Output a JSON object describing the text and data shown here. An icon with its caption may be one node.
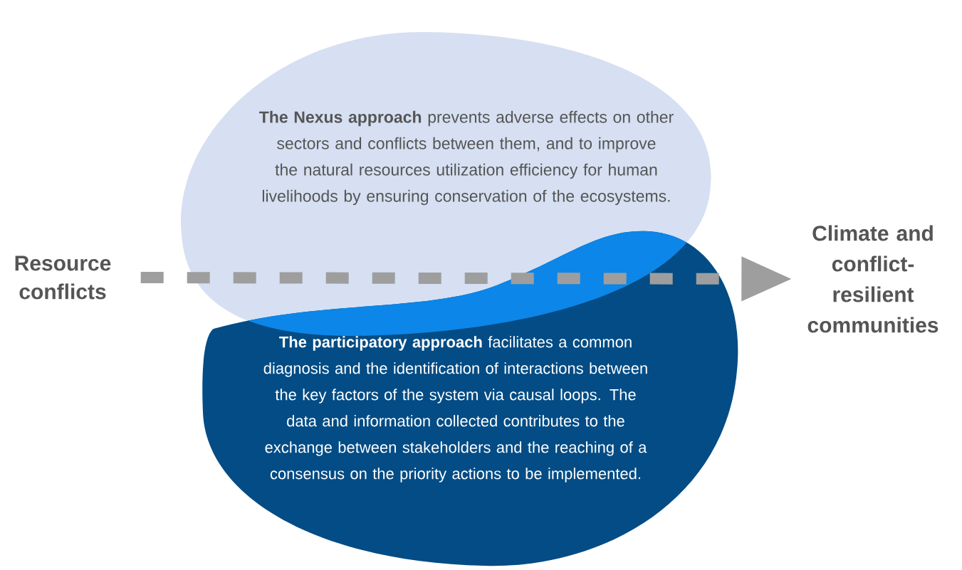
{
  "diagram": {
    "nodes": [
      {
        "text": [
          "Resource conflicts"
        ]
      },
      {
        "text": [
          "**The Nexus approach** prevents adverse effects on other sectors and conflicts between them, and to improve the natural resources utilization efficiency for human livelihoods by ensuring conservation of the ecosystems."
        ]
      },
      {
        "text": [
          "**The participatory approach** facilitates a common diagnosis and the identification of interactions between the key factors of the system via causal loops. The data and information collected contributes to the exchange between stakeholders and the reaching of a consensus on the priority actions to be implemented."
        ]
      },
      {
        "text": [
          "Climate and conflict-resilient communities"
        ]
      }
    ],
    "edges": [
      {
        "from": 0,
        "to": 3,
        "arrow": "to",
        "style": "dashed"
      }
    ]
  }
}
